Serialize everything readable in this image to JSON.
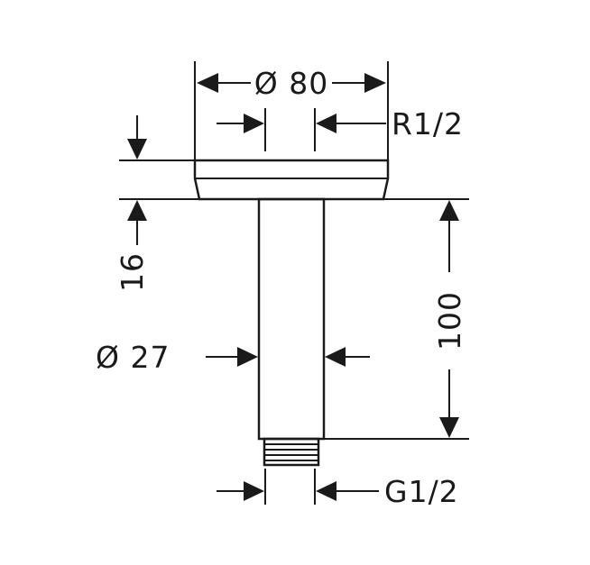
{
  "dimensions": {
    "flange_diameter": "Ø 80",
    "inlet_thread": "R1/2",
    "flange_height": "16",
    "tube_length": "100",
    "tube_diameter": "Ø 27",
    "outlet_thread": "G1/2"
  },
  "colors": {
    "line": "#1a1a1a",
    "background": "#ffffff"
  }
}
